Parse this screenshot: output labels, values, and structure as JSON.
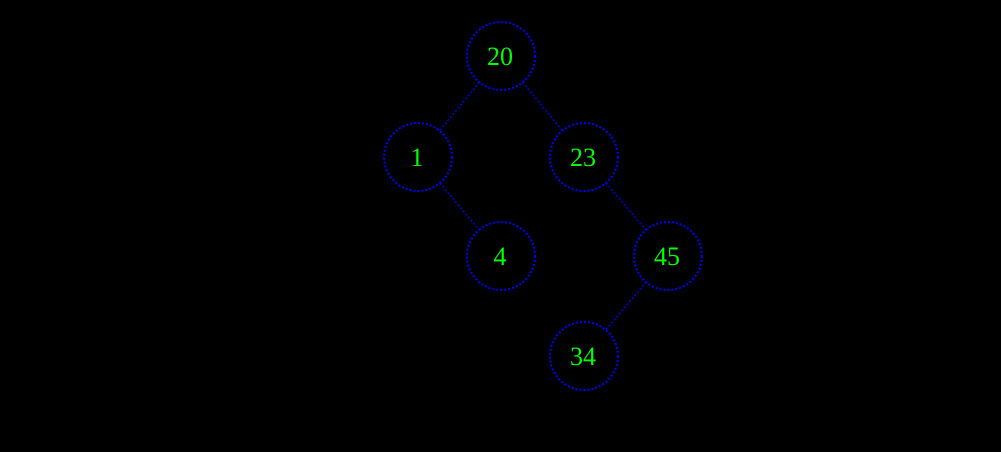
{
  "colors": {
    "background": "#000000",
    "node_outline": "#0000ff",
    "edge": "#0000ff",
    "label": "#00ff00"
  },
  "tree": {
    "nodes": [
      {
        "id": "n20",
        "label": "20"
      },
      {
        "id": "n1",
        "label": "1"
      },
      {
        "id": "n23",
        "label": "23"
      },
      {
        "id": "n4",
        "label": "4"
      },
      {
        "id": "n45",
        "label": "45"
      },
      {
        "id": "n34",
        "label": "34"
      }
    ],
    "edges": [
      {
        "from": "n20",
        "to": "n1"
      },
      {
        "from": "n20",
        "to": "n23"
      },
      {
        "from": "n1",
        "to": "n4"
      },
      {
        "from": "n23",
        "to": "n45"
      },
      {
        "from": "n45",
        "to": "n34"
      }
    ]
  }
}
